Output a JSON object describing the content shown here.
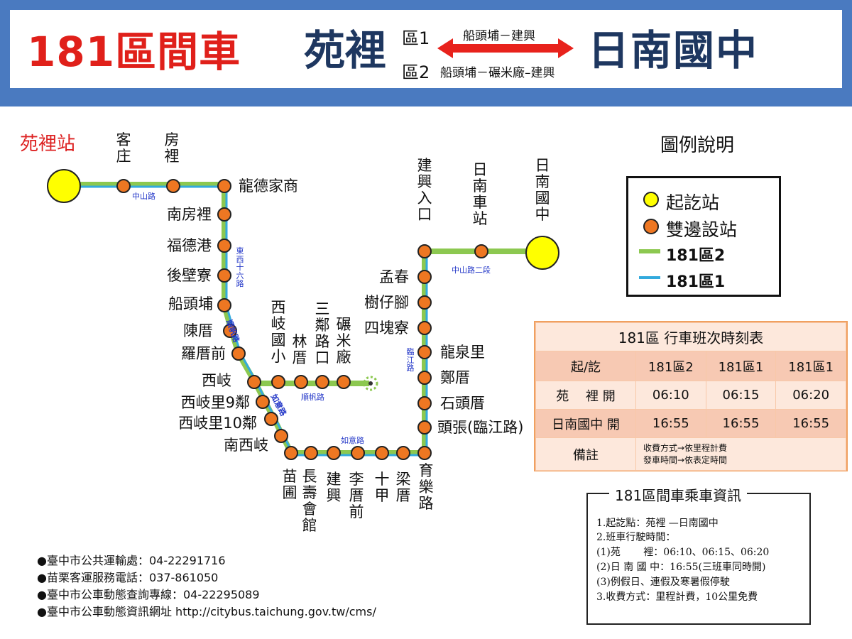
{
  "header": {
    "route_title": "181區間車",
    "origin": "苑裡",
    "destination": "日南國中",
    "zone1_label": "區1",
    "zone2_label": "區2",
    "zone1_via": "船頭埔－建興",
    "zone2_via": "船頭埔－碾米廠–建興"
  },
  "map": {
    "terminal_origin": "苑裡站",
    "stops": {
      "keli": "客庄",
      "fangli": "房裡",
      "longde": "龍德家商",
      "nanfangli": "南房裡",
      "fudegang": "福德港",
      "houbiliao": "後壁寮",
      "chuantoupu": "船頭埔",
      "chencuo": "陳厝",
      "luocuoqian": "羅厝前",
      "xiqi": "西岐",
      "xiqili9": "西岐里9鄰",
      "xiqili10": "西岐里10鄰",
      "nanxiqi": "南西岐",
      "xiqi_school": "西岐國小",
      "lincuo": "林厝",
      "sanlin": "三鄰路口",
      "mill": "碾米廠",
      "miaopu": "苗圃",
      "changshou": "長壽會館",
      "jianxing": "建興",
      "licuoqian": "李厝前",
      "shijia": "十甲",
      "liangcuo": "梁厝",
      "yule": "育樂路",
      "toujhang": "頭張(臨江路)",
      "shitoucuo": "石頭厝",
      "zhengcuo": "鄭厝",
      "longquan": "龍泉里",
      "sikuailiao": "四塊寮",
      "shuzaijiao": "樹仔腳",
      "mengchun": "孟春",
      "jianxing_entry": "建興入口",
      "rinan_station": "日南車站",
      "rinan_jh": "日南國中"
    },
    "roads": {
      "zhongshan": "中山路",
      "dongxi16": "東西十六路",
      "shunfan_diag": "順帆路",
      "shunfan": "順帆路",
      "ruyi_diag": "如意路",
      "ruyi": "如意路",
      "linjiang": "臨江路",
      "zhongshan2": "中山路二段"
    }
  },
  "legend": {
    "title": "圖例說明",
    "terminal": "起訖站",
    "stop": "雙邊設站",
    "zone2": "181區2",
    "zone1": "181區1",
    "zone2_color": "#8cc850",
    "zone1_color": "#33aadd"
  },
  "timetable": {
    "title": "181區  行車班次時刻表",
    "col_header": "起/訖",
    "columns": [
      "181區2",
      "181區1",
      "181區1"
    ],
    "rows": [
      {
        "label": "苑　 裡 開",
        "times": [
          "06:10",
          "06:15",
          "06:20"
        ]
      },
      {
        "label": "日南國中  開",
        "times": [
          "16:55",
          "16:55",
          "16:55"
        ]
      }
    ],
    "note_label": "備註",
    "note_line1": "收費方式→依里程計費",
    "note_line2": "發車時間→依表定時間"
  },
  "info": {
    "title": "181區間車乘車資訊",
    "lines": [
      "1.起訖點：苑裡 —日南國中",
      "2.班車行駛時間：",
      "(1)苑　　  裡：06:10、06:15、06:20",
      "(2)日 南 國 中：16:55(三班車同時開)",
      "(3)例假日、連假及寒暑假停駛",
      "3.收費方式：里程計費，10公里免費"
    ]
  },
  "contacts": [
    "●臺中市公共運輸處：04-22291716",
    "●苗栗客運服務電話：037-861050",
    "●臺中市公車動態查詢專線：04-22295089",
    "●臺中市公車動態資訊網址  http://citybus.taichung.gov.tw/cms/"
  ]
}
